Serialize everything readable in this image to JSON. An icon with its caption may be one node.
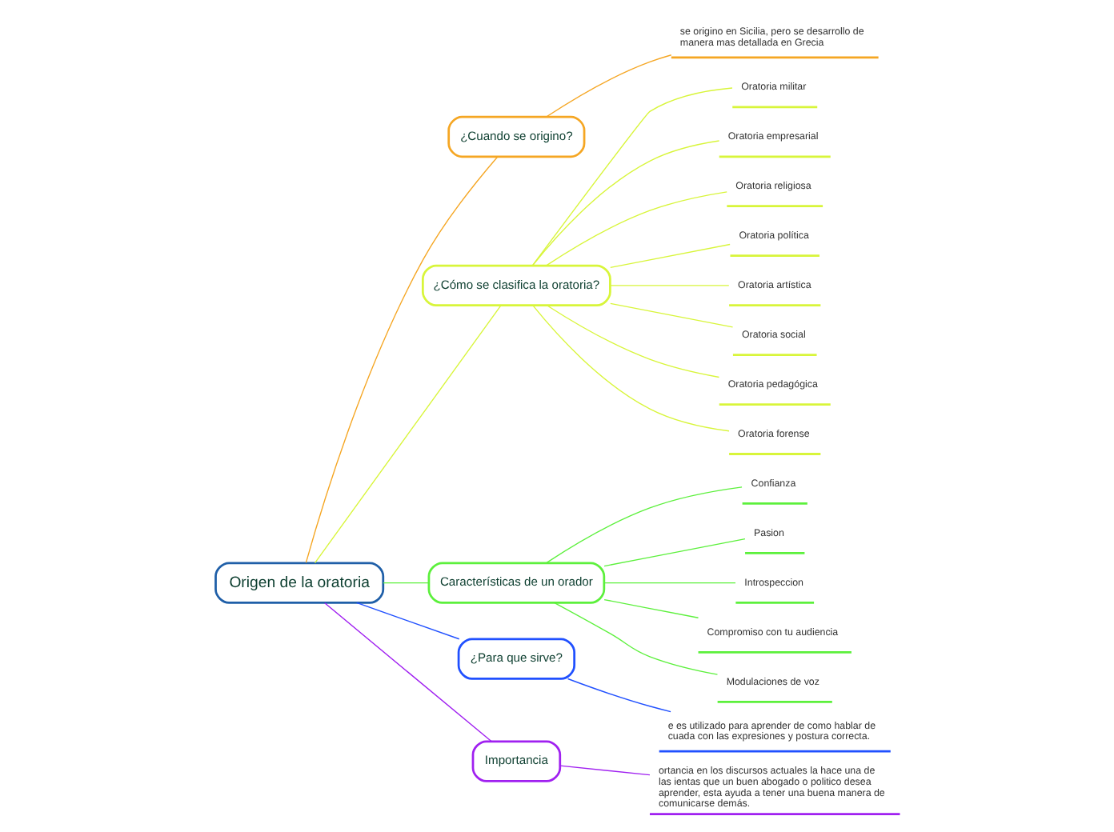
{
  "diagram": {
    "nodes": [
      {
        "text": [
          "Origen de la oratoria"
        ]
      },
      {
        "text": [
          "¿Cuando se origino?"
        ]
      },
      {
        "text": [
          "se origino en Sicilia, pero se desarrollo de manera mas detallada en Grecia"
        ]
      },
      {
        "text": [
          "¿Cómo se clasifica la oratoria?"
        ]
      },
      {
        "text": [
          "Oratoria militar"
        ]
      },
      {
        "text": [
          "Oratoria empresarial"
        ]
      },
      {
        "text": [
          "Oratoria religiosa"
        ]
      },
      {
        "text": [
          "Oratoria política"
        ]
      },
      {
        "text": [
          "Oratoria artística"
        ]
      },
      {
        "text": [
          "Oratoria social"
        ]
      },
      {
        "text": [
          "Oratoria pedagógica"
        ]
      },
      {
        "text": [
          "Oratoria forense"
        ]
      },
      {
        "text": [
          "Características de un orador"
        ]
      },
      {
        "text": [
          "Confianza"
        ]
      },
      {
        "text": [
          "Pasion"
        ]
      },
      {
        "text": [
          "Introspeccion"
        ]
      },
      {
        "text": [
          "Compromiso con tu audiencia"
        ]
      },
      {
        "text": [
          "Modulaciones de voz"
        ]
      },
      {
        "text": [
          "¿Para que sirve?"
        ]
      },
      {
        "text": [
          "e es utilizado para aprender de como hablar de cuada con las expresiones y postura correcta."
        ]
      },
      {
        "text": [
          "Importancia"
        ]
      },
      {
        "text": [
          "ortancia en los discursos actuales la hace una de las ientas que un buen abogado o politico desea aprender, esta ayuda a tener una buena manera de comunicarse demás."
        ]
      }
    ],
    "edges": [
      {
        "from": 0,
        "to": 1,
        "arrow": "none",
        "color": "#f5a623"
      },
      {
        "from": 1,
        "to": 2,
        "arrow": "none",
        "color": "#f5a623"
      },
      {
        "from": 0,
        "to": 3,
        "arrow": "none",
        "color": "#d8f53a"
      },
      {
        "from": 3,
        "to": 4,
        "arrow": "none",
        "color": "#d8f53a"
      },
      {
        "from": 3,
        "to": 5,
        "arrow": "none",
        "color": "#d8f53a"
      },
      {
        "from": 3,
        "to": 6,
        "arrow": "none",
        "color": "#d8f53a"
      },
      {
        "from": 3,
        "to": 7,
        "arrow": "none",
        "color": "#d8f53a"
      },
      {
        "from": 3,
        "to": 8,
        "arrow": "none",
        "color": "#d8f53a"
      },
      {
        "from": 3,
        "to": 9,
        "arrow": "none",
        "color": "#d8f53a"
      },
      {
        "from": 3,
        "to": 10,
        "arrow": "none",
        "color": "#d8f53a"
      },
      {
        "from": 3,
        "to": 11,
        "arrow": "none",
        "color": "#d8f53a"
      },
      {
        "from": 0,
        "to": 12,
        "arrow": "none",
        "color": "#5cf03c"
      },
      {
        "from": 12,
        "to": 13,
        "arrow": "none",
        "color": "#5cf03c"
      },
      {
        "from": 12,
        "to": 14,
        "arrow": "none",
        "color": "#5cf03c"
      },
      {
        "from": 12,
        "to": 15,
        "arrow": "none",
        "color": "#5cf03c"
      },
      {
        "from": 12,
        "to": 16,
        "arrow": "none",
        "color": "#5cf03c"
      },
      {
        "from": 12,
        "to": 17,
        "arrow": "none",
        "color": "#5cf03c"
      },
      {
        "from": 0,
        "to": 18,
        "arrow": "none",
        "color": "#2050ff"
      },
      {
        "from": 18,
        "to": 19,
        "arrow": "none",
        "color": "#2050ff"
      },
      {
        "from": 0,
        "to": 20,
        "arrow": "none",
        "color": "#a020f0"
      },
      {
        "from": 20,
        "to": 21,
        "arrow": "none",
        "color": "#a020f0"
      }
    ]
  }
}
